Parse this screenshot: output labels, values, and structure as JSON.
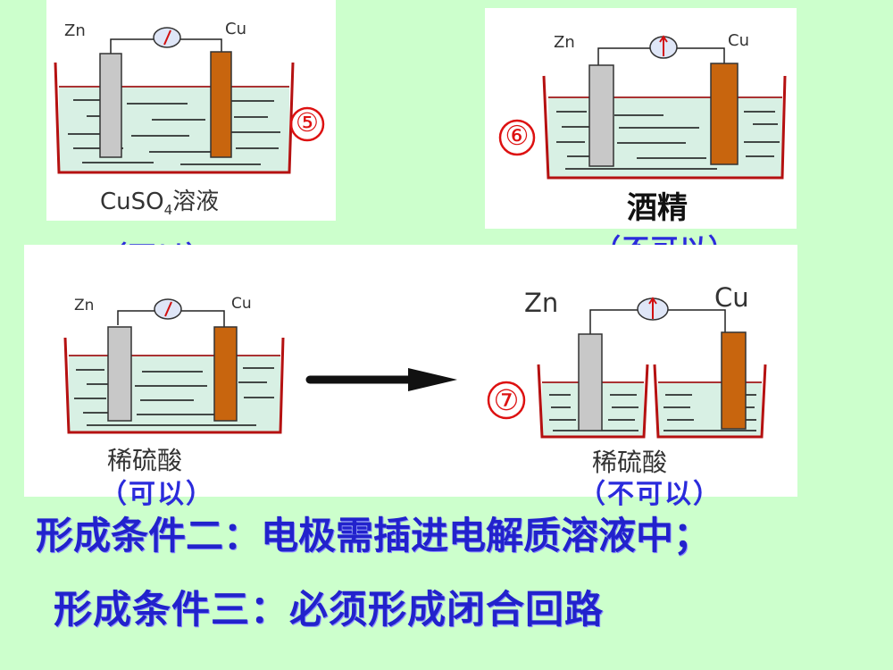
{
  "experiments": [
    {
      "number": "⑤",
      "anode": "Zn",
      "cathode": "Cu",
      "solution_main": "CuSO",
      "solution_sub": "4",
      "solution_tail": "溶液",
      "verdict": "（可以）"
    },
    {
      "number": "⑥",
      "anode": "Zn",
      "cathode": "Cu",
      "solution": "酒精",
      "verdict": "（不可以）"
    },
    {
      "anode": "Zn",
      "cathode": "Cu",
      "solution": "稀硫酸",
      "verdict": "（可以）"
    },
    {
      "number": "⑦",
      "anode": "Zn",
      "cathode": "Cu",
      "solution": "稀硫酸",
      "verdict": "（不可以）"
    }
  ],
  "conditions": [
    "形成条件二：电极需插进电解质溶液中；",
    "形成条件三：必须形成闭合回路"
  ],
  "colors": {
    "background": "#ccffcc",
    "zinc": "#c8c8c8",
    "copper": "#c8650e",
    "liquid": "#d8f0e4",
    "surface": "#aa3333",
    "text_blue": "#2222cc",
    "number_red": "#dd1111"
  }
}
